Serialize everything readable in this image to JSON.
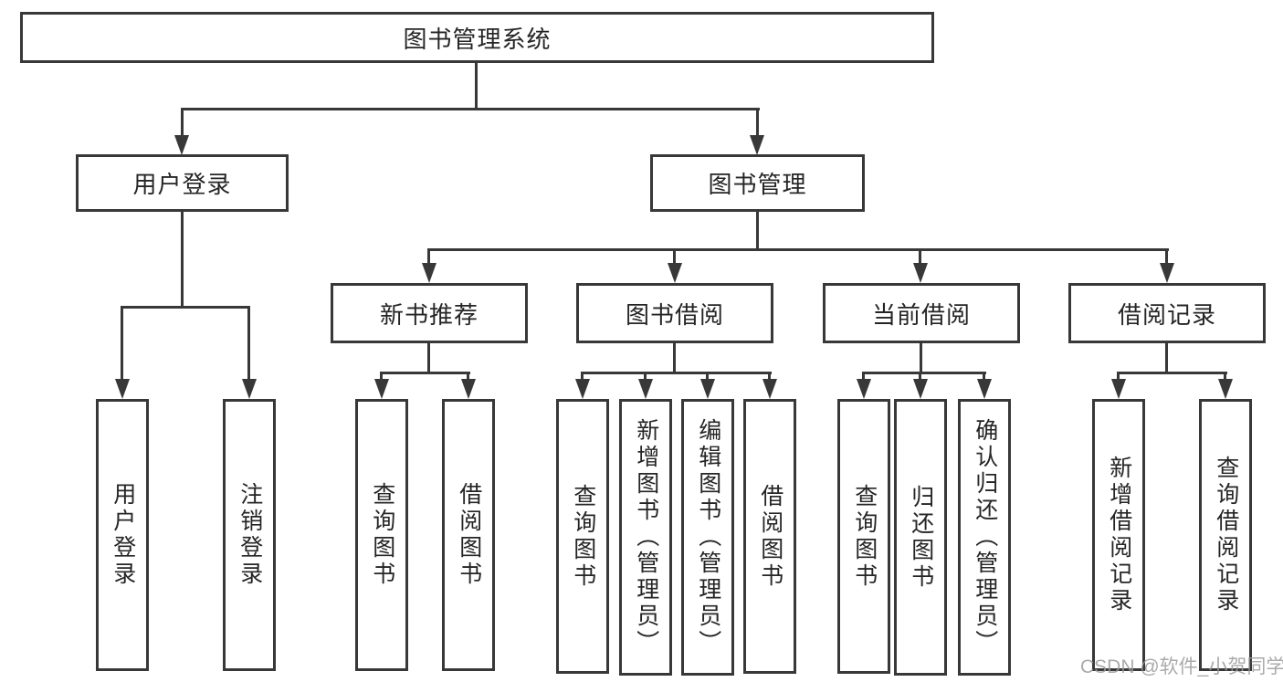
{
  "tree": {
    "root": {
      "label": "图书管理系统",
      "children": [
        {
          "label": "用户登录",
          "children": [
            {
              "label": "用户登录"
            },
            {
              "label": "注销登录"
            }
          ]
        },
        {
          "label": "图书管理",
          "children": [
            {
              "label": "新书推荐",
              "children": [
                {
                  "label": "查询图书"
                },
                {
                  "label": "借阅图书"
                }
              ]
            },
            {
              "label": "图书借阅",
              "children": [
                {
                  "label": "查询图书"
                },
                {
                  "label": "新增图书（管理员）"
                },
                {
                  "label": "编辑图书（管理员）"
                },
                {
                  "label": "借阅图书"
                }
              ]
            },
            {
              "label": "当前借阅",
              "children": [
                {
                  "label": "查询图书"
                },
                {
                  "label": "归还图书"
                },
                {
                  "label": "确认归还（管理员）"
                }
              ]
            },
            {
              "label": "借阅记录",
              "children": [
                {
                  "label": "新增借阅记录"
                },
                {
                  "label": "查询借阅记录"
                }
              ]
            }
          ]
        }
      ]
    }
  },
  "watermark": {
    "text": "CSDN @软件_小贺同学"
  },
  "colors": {
    "line": "#383838",
    "text": "#252525",
    "watermark": "#9c9c9c",
    "background": "#ffffff"
  }
}
